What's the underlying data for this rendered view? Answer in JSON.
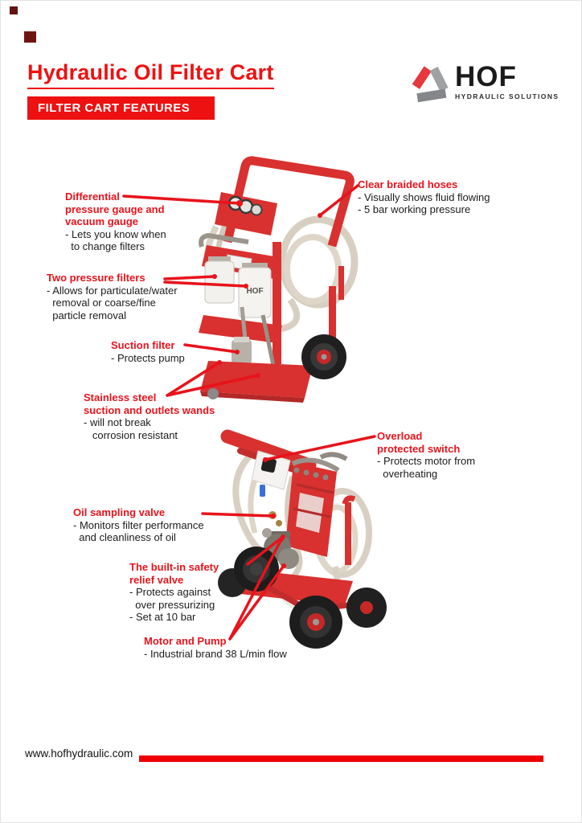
{
  "page": {
    "title": "Hydraulic Oil Filter Cart",
    "banner": "FILTER CART FEATURES",
    "footer_url": "www.hofhydraulic.com"
  },
  "logo": {
    "name": "HOF",
    "subtext": "HYDRAULIC SOLUTIONS"
  },
  "colors": {
    "accent_red": "#ee1111",
    "line_red": "#e8131b",
    "cart_red": "#d8312f",
    "hose_beige": "#d7d0c2",
    "text_black": "#1c1c1c"
  },
  "cart": {
    "filter_label": "HOF"
  },
  "annotations": [
    {
      "name": "differential-gauge",
      "title_lines": [
        "Differential",
        "pressure gauge and",
        "vacuum gauge"
      ],
      "desc_lines": [
        "- Lets you know when",
        "  to change filters"
      ]
    },
    {
      "name": "two-pressure-filters",
      "title_lines": [
        "Two pressure filters"
      ],
      "desc_lines": [
        "- Allows for particulate/water",
        "  removal or coarse/fine",
        "  particle removal"
      ]
    },
    {
      "name": "clear-braided-hoses",
      "title_lines": [
        "Clear braided hoses"
      ],
      "desc_lines": [
        "- Visually shows fluid flowing",
        "- 5 bar working pressure"
      ]
    },
    {
      "name": "suction-filter",
      "title_lines": [
        "Suction filter"
      ],
      "desc_lines": [
        "- Protects pump"
      ]
    },
    {
      "name": "stainless-wands",
      "title_lines": [
        "Stainless steel",
        "suction and outlets wands"
      ],
      "desc_lines": [
        "- will not break",
        "   corrosion resistant"
      ]
    },
    {
      "name": "overload-switch",
      "title_lines": [
        "Overload",
        "protected switch"
      ],
      "desc_lines": [
        "- Protects motor from",
        "  overheating"
      ]
    },
    {
      "name": "oil-sampling-valve",
      "title_lines": [
        "Oil sampling valve"
      ],
      "desc_lines": [
        "- Monitors filter performance",
        "  and cleanliness of oil"
      ]
    },
    {
      "name": "safety-relief-valve",
      "title_lines": [
        "The built-in safety",
        "relief valve"
      ],
      "desc_lines": [
        "- Protects against",
        "  over pressurizing",
        "- Set at 10 bar"
      ]
    },
    {
      "name": "motor-and-pump",
      "title_lines": [
        "Motor and Pump"
      ],
      "desc_lines": [
        "- Industrial brand 38 L/min flow"
      ]
    }
  ]
}
